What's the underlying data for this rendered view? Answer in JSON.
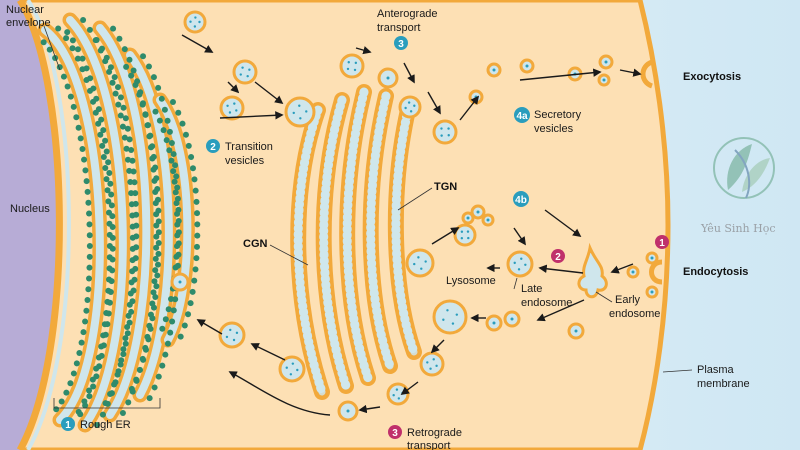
{
  "labels": {
    "nuclear_envelope_1": "Nuclear",
    "nuclear_envelope_2": "envelope",
    "nucleus": "Nucleus",
    "rough_er": "Rough ER",
    "transition_1": "Transition",
    "transition_2": "vesicles",
    "anterograde_1": "Anterograde",
    "anterograde_2": "transport",
    "secretory_1": "Secretory",
    "secretory_2": "vesicles",
    "exocytosis": "Exocytosis",
    "tgn": "TGN",
    "cgn": "CGN",
    "lysosome": "Lysosome",
    "late_endosome_1": "Late",
    "late_endosome_2": "endosome",
    "early_endosome_1": "Early",
    "early_endosome_2": "endosome",
    "endocytosis": "Endocytosis",
    "plasma_1": "Plasma",
    "plasma_2": "membrane",
    "retrograde_1": "Retrograde",
    "retrograde_2": "transport"
  },
  "badges": {
    "b1_er": "1",
    "b2_transition": "2",
    "b3_antero": "3",
    "b4a": "4a",
    "b4b": "4b",
    "b1_endo": "1",
    "b2_endo": "2",
    "b3_retro": "3"
  },
  "watermark": "Yêu Sinh Học",
  "colors": {
    "cytoplasm": "#fde0b4",
    "membrane": "#f2a93b",
    "lumen": "#cfe6ec",
    "nucleus": "#b7acd6",
    "ribosome": "#2e8b6c",
    "badge_blue": "#2a9dbd",
    "badge_pink": "#c0306b",
    "outside": "#d7ecf5"
  }
}
